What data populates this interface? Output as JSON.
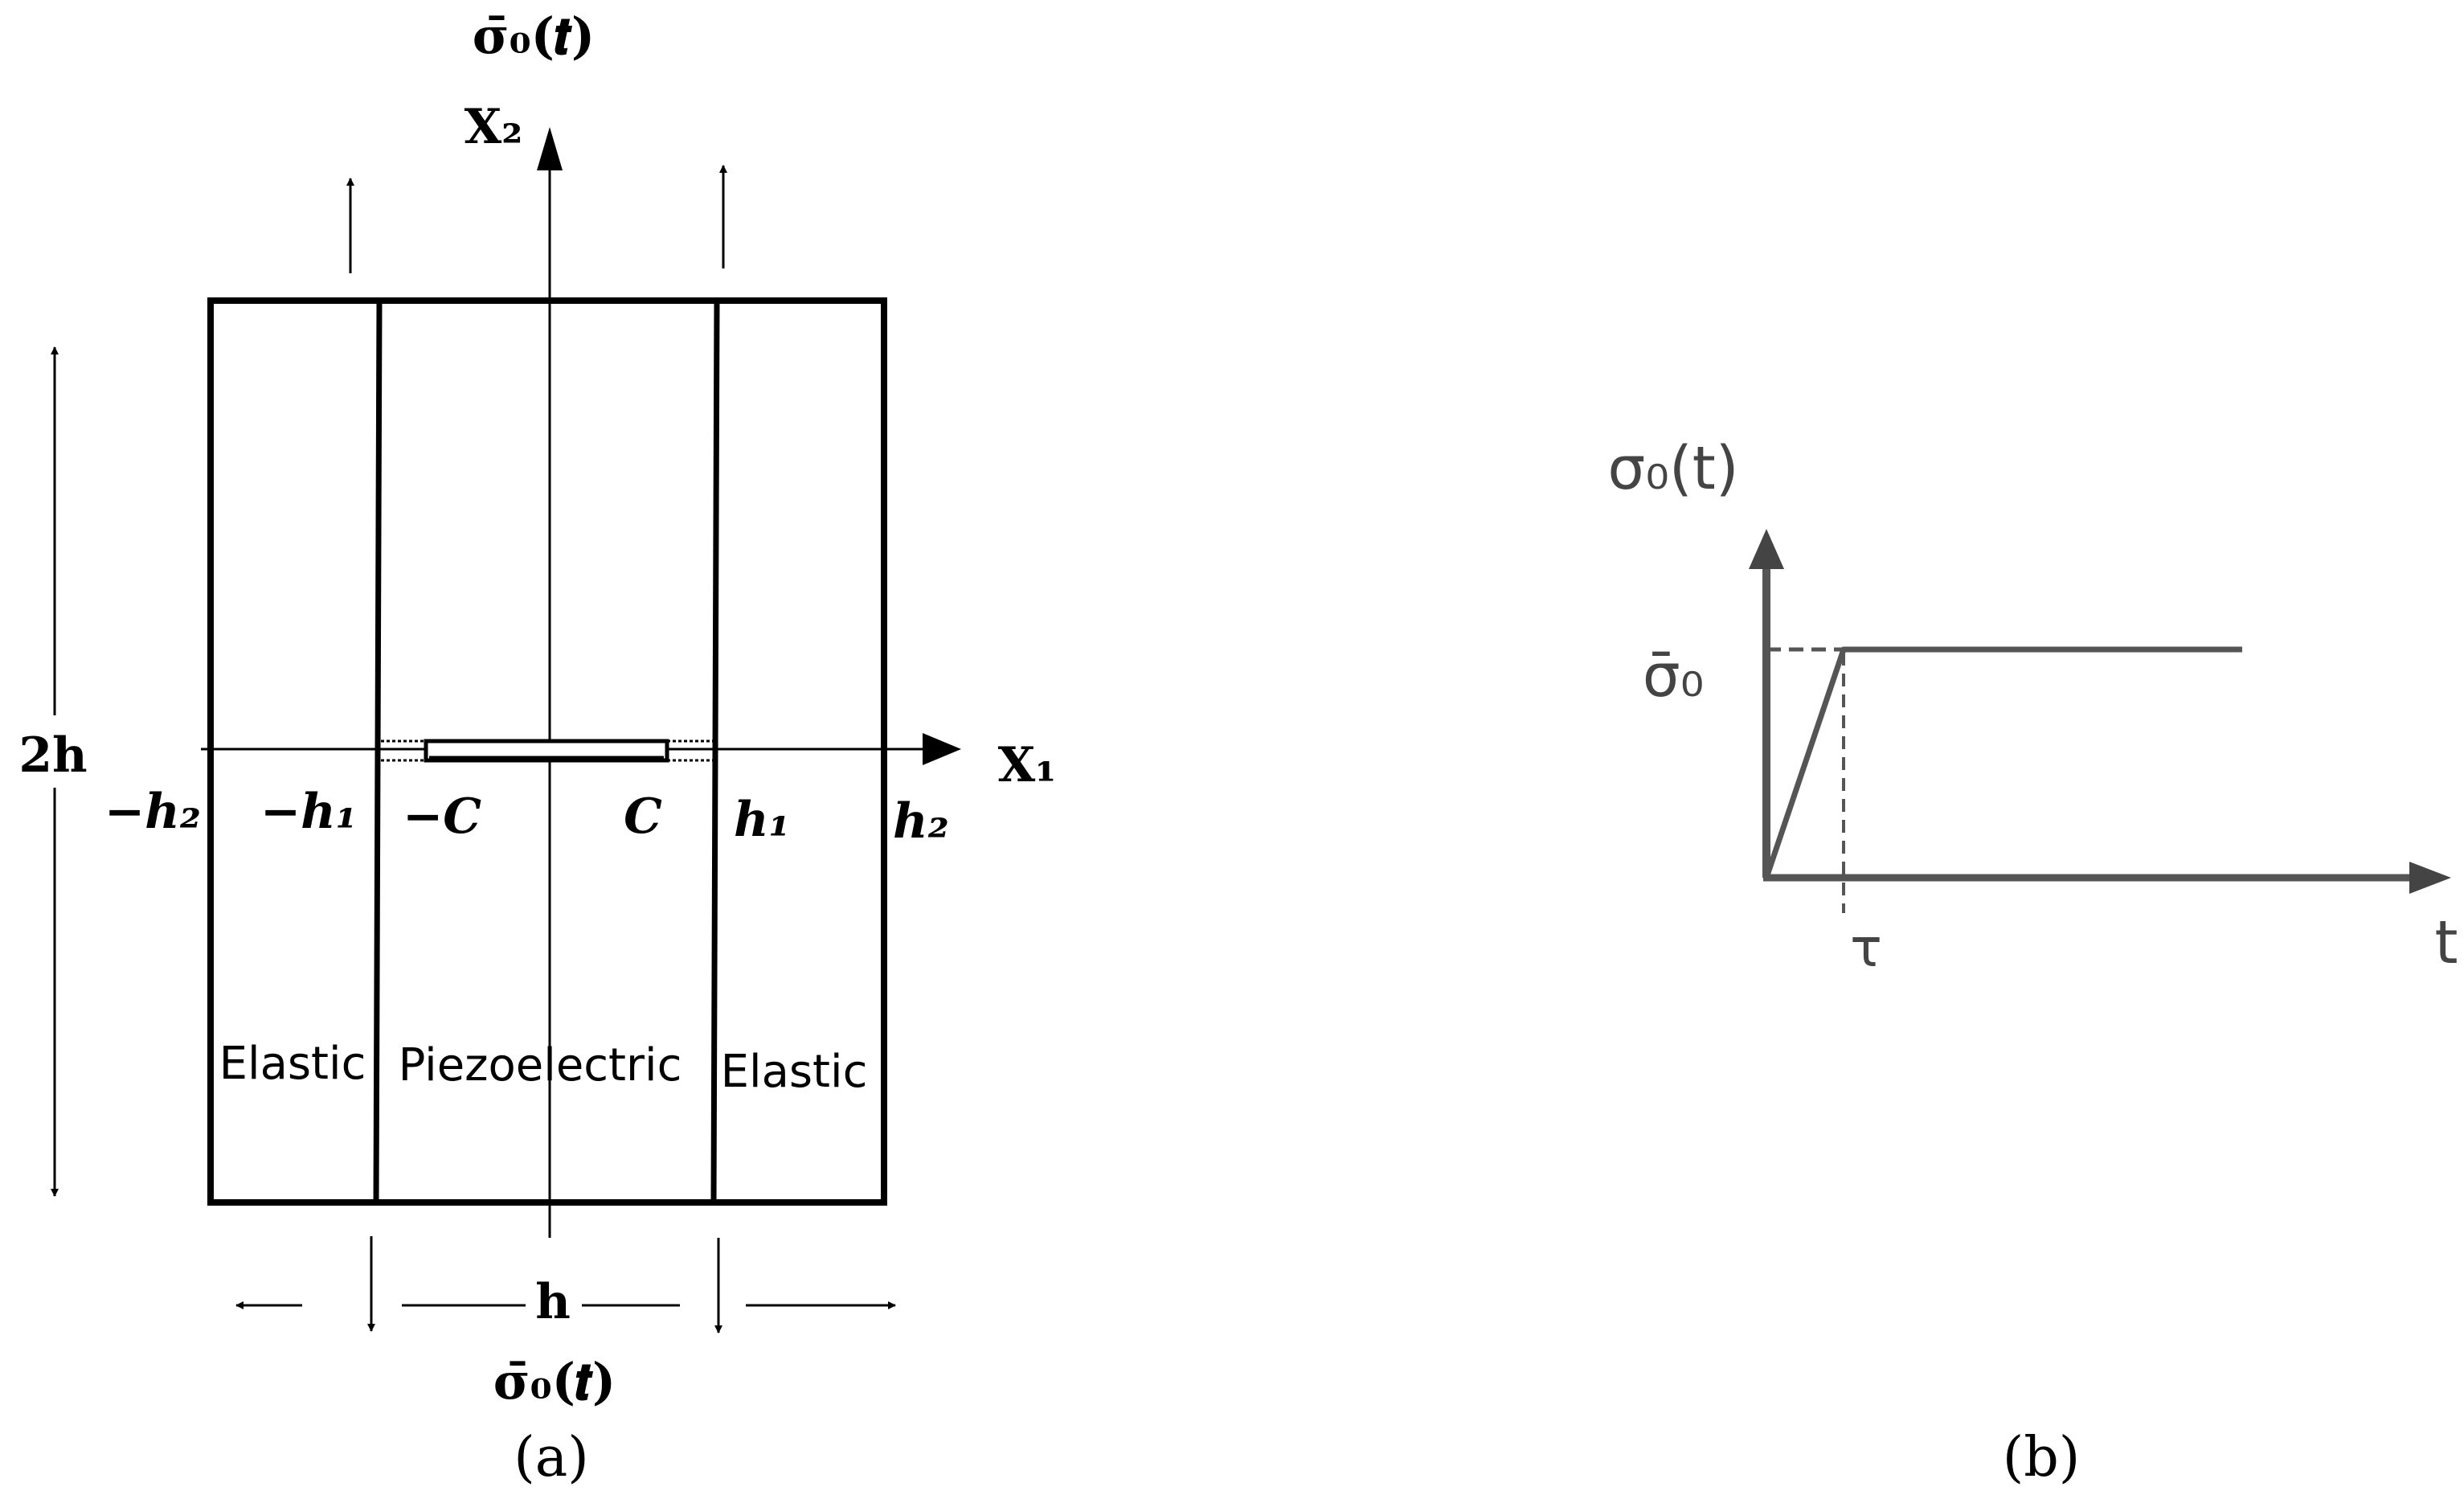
{
  "panel_a": {
    "stress_top": "σ̄₀(𝒕)",
    "stress_bottom": "σ̄₀(𝒕)",
    "axis_x2": "X₂",
    "axis_x1": "X₁",
    "height_label": "2h",
    "width_label": "h",
    "coords": {
      "neg_h2": "−h₂",
      "neg_h1": "−h₁",
      "neg_c": "−C",
      "c": "C",
      "h1": "h₁",
      "h2": "h₂"
    },
    "regions": {
      "left": "Elastic",
      "middle": "Piezoelectric",
      "right": "Elastic"
    },
    "caption": "(a)"
  },
  "panel_b": {
    "y_axis_label": "σ₀(t)",
    "plateau_label": "σ̄₀",
    "rise_time_label": "τ",
    "x_axis_label": "t",
    "caption": "(b)"
  }
}
